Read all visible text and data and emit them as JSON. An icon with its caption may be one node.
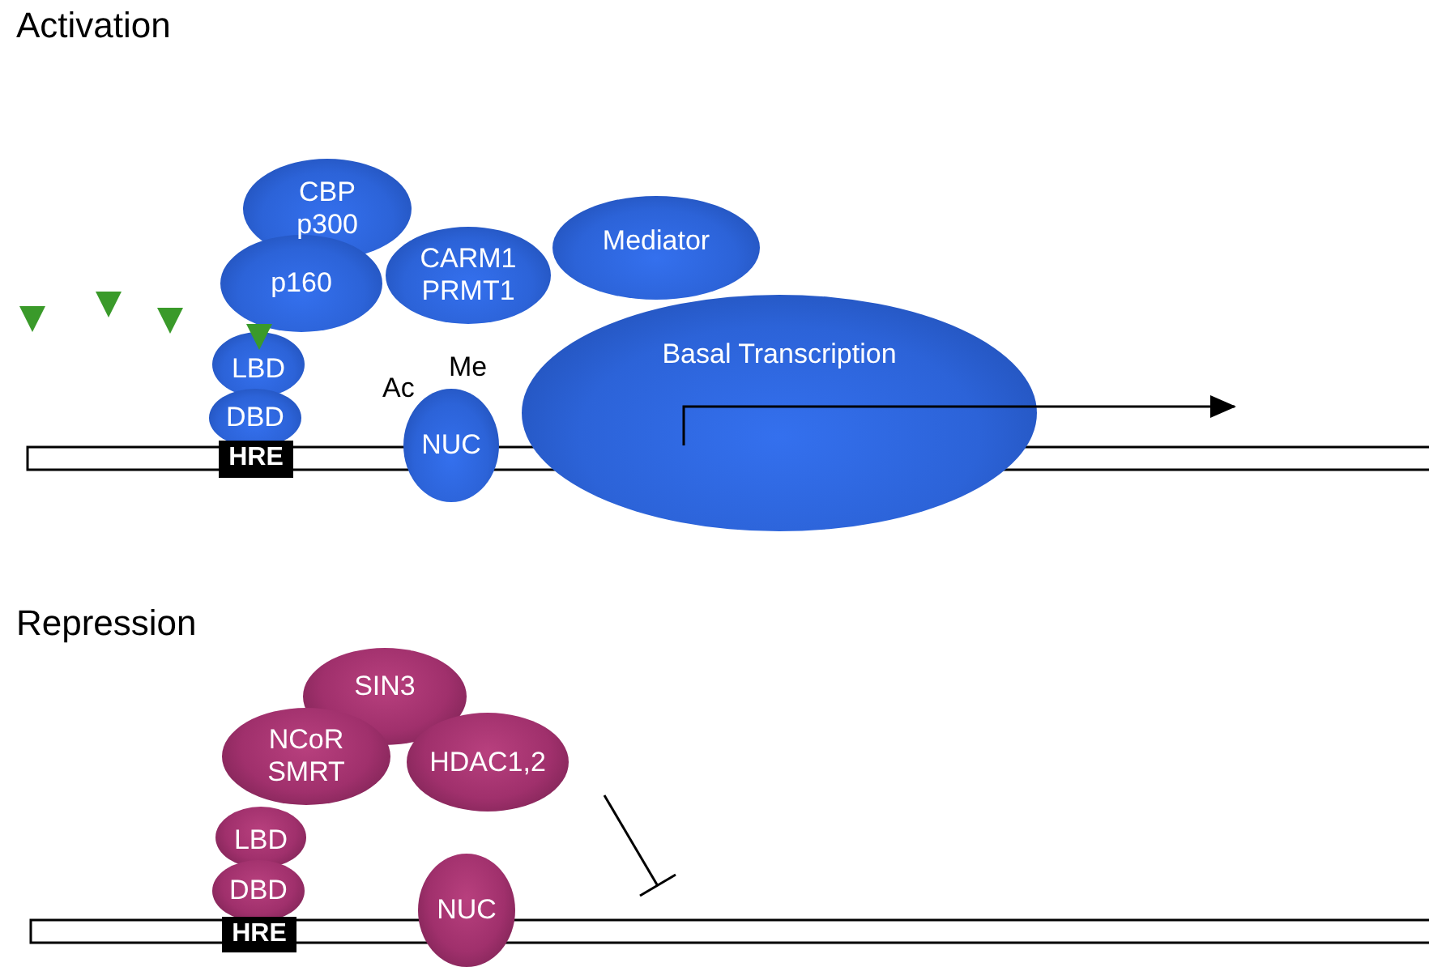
{
  "diagram": {
    "nodes": [
      {
        "text": [
          "CBP p300"
        ]
      },
      {
        "text": [
          "p160"
        ]
      },
      {
        "text": [
          "CARM1 PRMT1"
        ]
      },
      {
        "text": [
          "Mediator"
        ]
      },
      {
        "text": [
          "Basal Transcription"
        ]
      },
      {
        "text": [
          "LBD"
        ]
      },
      {
        "text": [
          "DBD"
        ]
      },
      {
        "text": [
          "NUC"
        ]
      },
      {
        "text": [
          "HRE"
        ]
      },
      {
        "text": [
          "SIN3"
        ]
      },
      {
        "text": [
          "NCoR SMRT"
        ]
      },
      {
        "text": [
          "HDAC1,2"
        ]
      },
      {
        "text": [
          "LBD"
        ]
      },
      {
        "text": [
          "DBD"
        ]
      },
      {
        "text": [
          "NUC"
        ]
      },
      {
        "text": [
          "HRE"
        ]
      }
    ],
    "labels": [
      "Activation",
      "Ac",
      "Me",
      "Repression"
    ]
  }
}
